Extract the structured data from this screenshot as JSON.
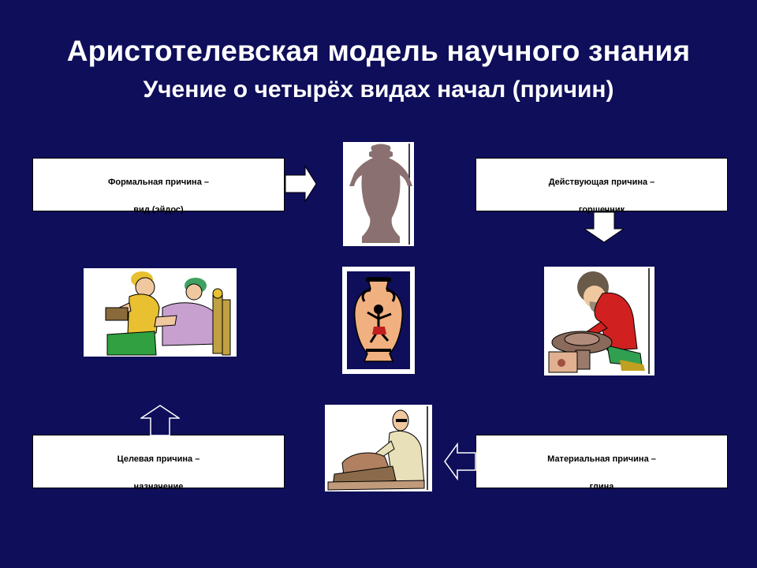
{
  "title": "Аристотелевская модель научного знания",
  "subtitle": "Учение о четырёх видах начал (причин)",
  "boxes": {
    "formal": {
      "line1": "Формальная причина –",
      "line2": "вид (эйдос)"
    },
    "efficient": {
      "line1": "Действующая причина –",
      "line2": "горшечник"
    },
    "final": {
      "line1": "Целевая причина –",
      "line2": "назначение"
    },
    "material": {
      "line1": "Материальная причина –",
      "line2": "глина"
    }
  },
  "colors": {
    "background": "#0e0e5a",
    "vase": "#8a7070",
    "arrow_fill": "#ffffff"
  },
  "icons": [
    "arrow-right-icon",
    "arrow-down-icon",
    "arrow-up-icon",
    "arrow-left-icon",
    "vase-silhouette-icon",
    "greek-amphora-icon",
    "potter-at-wheel-icon",
    "sculptor-with-clay-icon",
    "greek-feast-figures-icon"
  ]
}
